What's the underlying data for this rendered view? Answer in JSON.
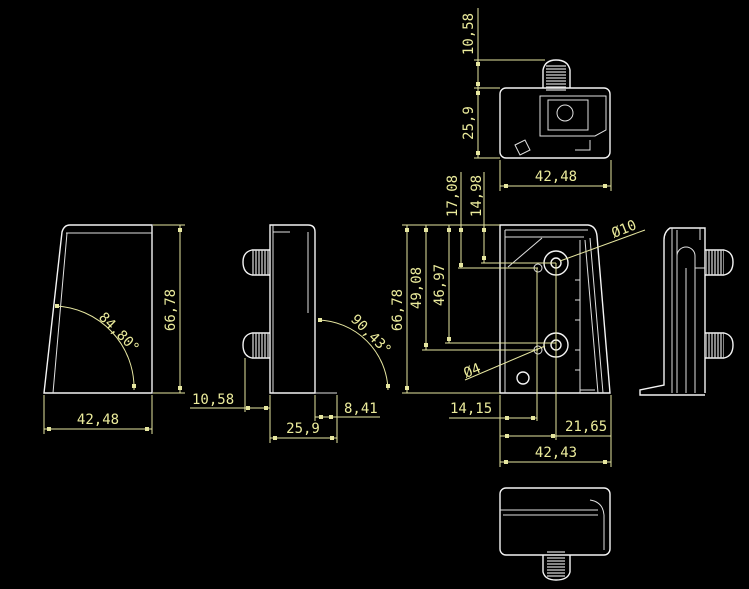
{
  "drawing": {
    "colors": {
      "background": "#000000",
      "geometry": "#f4f4f4",
      "dimension": "#e6e6a0"
    },
    "front_view": {
      "width": "42,48",
      "height": "66,78",
      "angle": "84,80°"
    },
    "left_side_view": {
      "stud_offset": "10,58",
      "depth": "25,9",
      "step": "8,41",
      "angle": "90,43°"
    },
    "hole_view": {
      "height": "66,78",
      "hole_low_vertical": "49,08",
      "hole_low_pin_vertical": "46,97",
      "hole_up_vertical": "17,08",
      "hole_up_pin_vertical": "14,98",
      "pin_horizontal": "14,15",
      "hole_horizontal": "21,65",
      "width": "42,43",
      "large_hole_dia": "Ø10",
      "small_hole_dia": "Ø4"
    },
    "top_view": {
      "stud_height": "10,58",
      "depth": "25,9",
      "width": "42,48"
    }
  }
}
